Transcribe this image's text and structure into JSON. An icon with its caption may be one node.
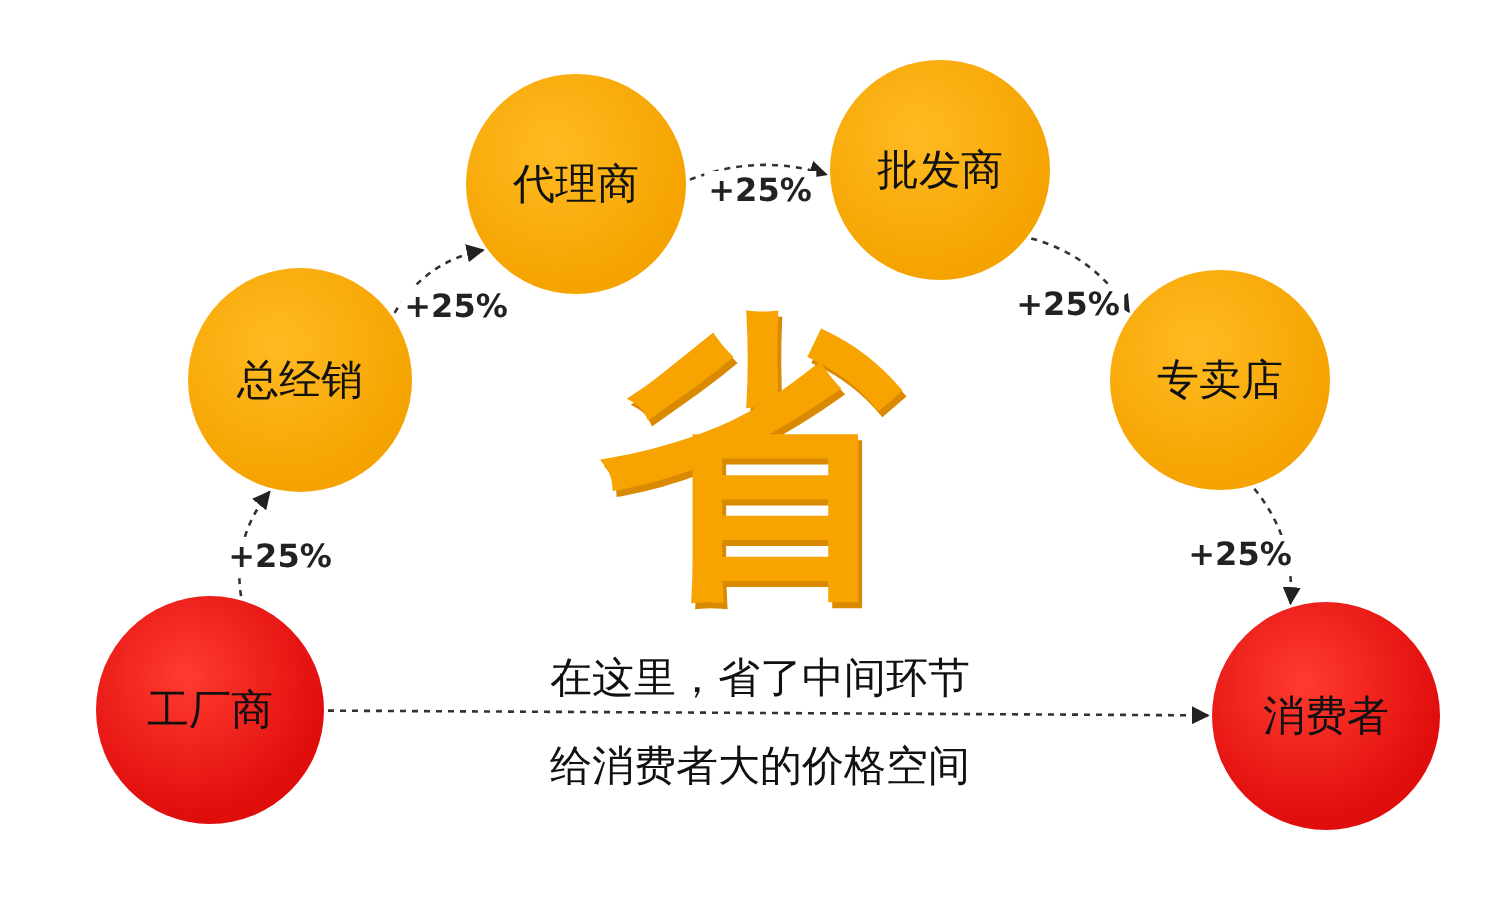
{
  "diagram": {
    "nodes": [
      {
        "text": [
          "工厂商"
        ]
      },
      {
        "text": [
          "总经销"
        ]
      },
      {
        "text": [
          "代理商"
        ]
      },
      {
        "text": [
          "批发商"
        ]
      },
      {
        "text": [
          "专卖店"
        ]
      },
      {
        "text": [
          "消费者"
        ]
      }
    ],
    "edges": [
      {
        "from": 0,
        "to": 1,
        "arrow": "to",
        "label": "+25%"
      },
      {
        "from": 1,
        "to": 2,
        "arrow": "to",
        "label": "+25%"
      },
      {
        "from": 2,
        "to": 3,
        "arrow": "to",
        "label": "+25%"
      },
      {
        "from": 3,
        "to": 4,
        "arrow": "to",
        "label": "+25%"
      },
      {
        "from": 4,
        "to": 5,
        "arrow": "to",
        "label": "+25%"
      },
      {
        "from": 0,
        "to": 5,
        "arrow": "to"
      }
    ],
    "labels": [
      "省",
      "在这里，省了中间环节",
      "给消费者大的价格空间"
    ]
  }
}
